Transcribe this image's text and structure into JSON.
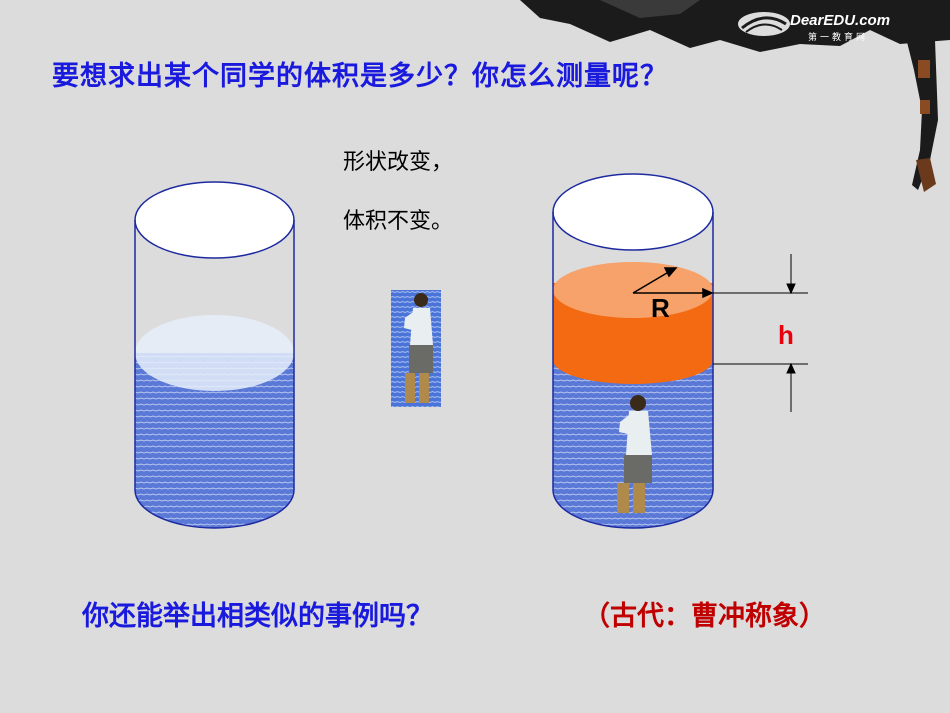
{
  "slide": {
    "title": "要想求出某个同学的体积是多少？你怎么测量呢？",
    "note_line1": "形状改变，",
    "note_line2": "体积不变。",
    "label_r": "R",
    "label_h": "h",
    "bottom_question": "你还能举出相类似的事例吗？",
    "bottom_note": "（古代：曹冲称象）",
    "logo_text": "DearEDU.com",
    "logo_sub": "第一教育网"
  },
  "colors": {
    "background": "#dcdcdc",
    "title_blue": "#1a1adf",
    "water_blue": "#5a78d6",
    "water_top": "#e6eefa",
    "orange_side": "#f46a12",
    "orange_top": "#f7a26a",
    "label_red": "#e8000b"
  },
  "icons": [
    "ink-brush-decoration",
    "person-figure",
    "dearedu-logo"
  ]
}
